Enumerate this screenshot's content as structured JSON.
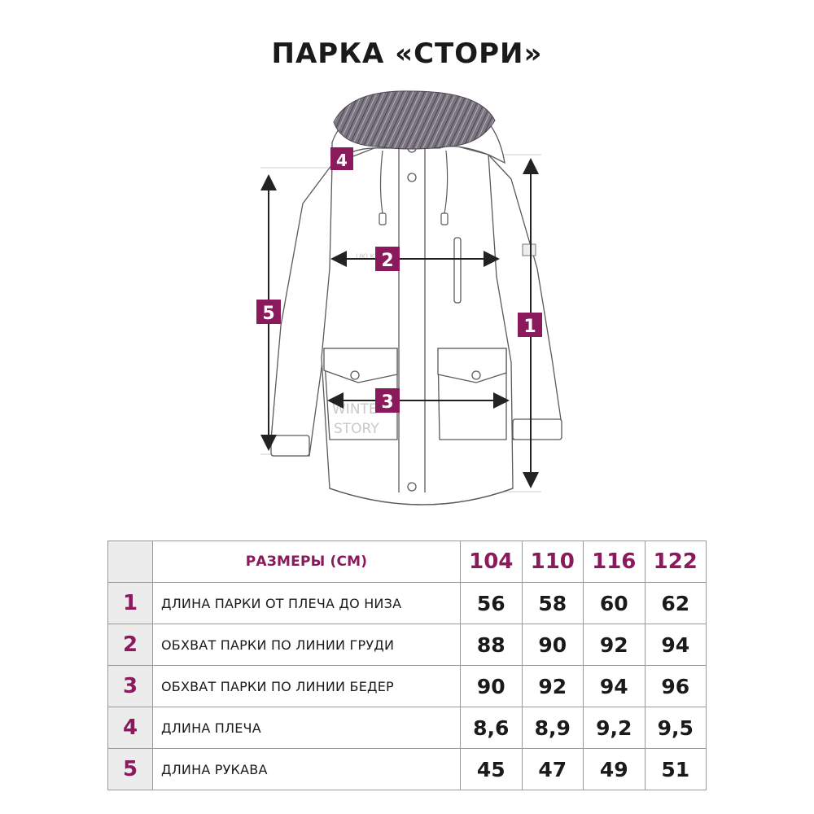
{
  "title": "ПАРКА «СТОРИ»",
  "figure": {
    "badges": [
      "1",
      "2",
      "3",
      "4",
      "5"
    ],
    "watermark_lines": [
      "WINTE",
      "STORY"
    ],
    "tag_text": "UKLK"
  },
  "table": {
    "header_label": "РАЗМЕРЫ (СМ)",
    "sizes": [
      "104",
      "110",
      "116",
      "122"
    ],
    "rows": [
      {
        "num": "1",
        "label": "ДЛИНА ПАРКИ ОТ ПЛЕЧА ДО НИЗА",
        "values": [
          "56",
          "58",
          "60",
          "62"
        ]
      },
      {
        "num": "2",
        "label": "ОБХВАТ ПАРКИ ПО ЛИНИИ ГРУДИ",
        "values": [
          "88",
          "90",
          "92",
          "94"
        ]
      },
      {
        "num": "3",
        "label": "ОБХВАТ ПАРКИ ПО ЛИНИИ БЕДЕР",
        "values": [
          "90",
          "92",
          "94",
          "96"
        ]
      },
      {
        "num": "4",
        "label": "ДЛИНА ПЛЕЧА",
        "values": [
          "8,6",
          "8,9",
          "9,2",
          "9,5"
        ]
      },
      {
        "num": "5",
        "label": "ДЛИНА РУКАВА",
        "values": [
          "45",
          "47",
          "49",
          "51"
        ]
      }
    ]
  },
  "colors": {
    "accent": "#8b1a5c",
    "fur": "#6e6a73",
    "line": "#5a5a5a",
    "arrow": "#222222"
  }
}
